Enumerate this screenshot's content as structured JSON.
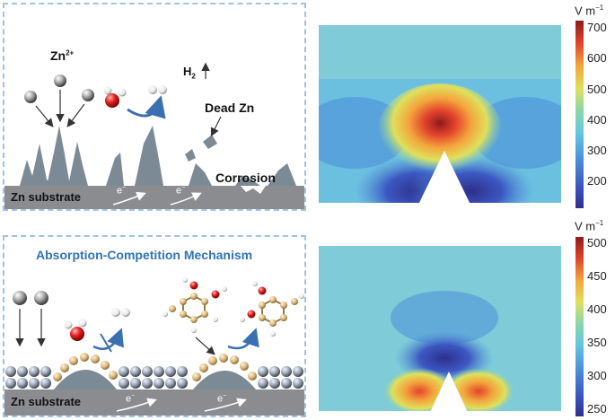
{
  "top": {
    "ion_label": "Zn",
    "ion_charge": "2+",
    "h2_label": "H",
    "h2_sub": "2",
    "dead_zn_label": "Dead Zn",
    "corrosion_label": "Corrosion",
    "substrate_label": "Zn substrate",
    "electron_label": "e",
    "electron_sup": "−"
  },
  "bottom": {
    "title": "Absorption-Competition Mechanism",
    "substrate_label": "Zn substrate",
    "electron_label": "e",
    "electron_sup": "−"
  },
  "colorbar_top": {
    "unit": "V m",
    "unit_sup": "−1",
    "ticks": [
      "700",
      "600",
      "500",
      "400",
      "300",
      "200"
    ]
  },
  "colorbar_bottom": {
    "unit": "V m",
    "unit_sup": "−1",
    "ticks": [
      "500",
      "450",
      "400",
      "350",
      "300",
      "250"
    ]
  },
  "colors": {
    "panel_border": "#9fc3e6",
    "substrate": "#8a8c90",
    "dendrite": "#7c8a96",
    "title_blue": "#2f74b5"
  }
}
